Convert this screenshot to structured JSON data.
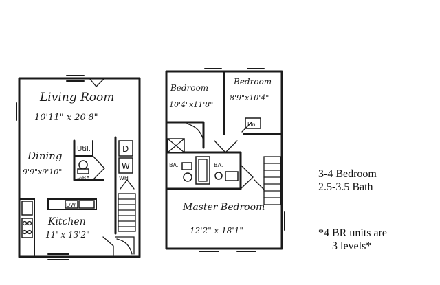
{
  "floor1": {
    "living_room": "Living Room",
    "living_dim": "10'11\" x 20'8\"",
    "dining": "Dining",
    "dining_dim": "9'9\"x9'10\"",
    "kitchen": "Kitchen",
    "kitchen_dim": "11' x 13'2\"",
    "utility": "Util.",
    "half_bath": "½BA",
    "dryer": "D",
    "washer": "W",
    "water_heater": "WH",
    "dishwasher": "DW"
  },
  "floor2": {
    "bedroom1": "Bedroom",
    "bedroom1_dim": "10'4\"x11'8\"",
    "bedroom2": "Bedroom",
    "bedroom2_dim": "8'9\"x10'4\"",
    "linen": "Lin.",
    "bath1": "BA.",
    "bath2": "BA.",
    "master": "Master Bedroom",
    "master_dim": "12'2\" x 18'1\""
  },
  "info": {
    "bedrooms": "3-4 Bedroom",
    "baths": "2.5-3.5 Bath",
    "note_line1": "*4 BR units are",
    "note_line2": "3 levels*"
  }
}
